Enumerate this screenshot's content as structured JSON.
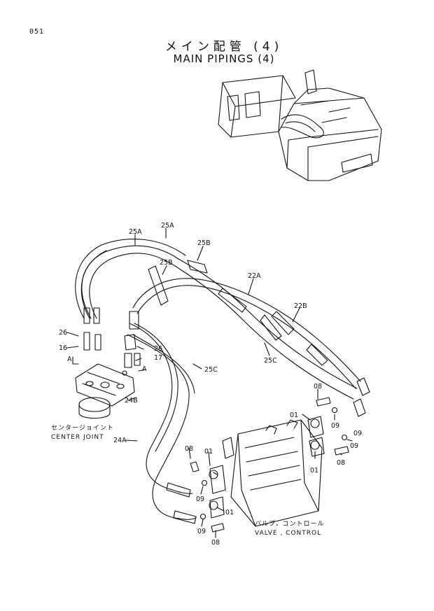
{
  "page_number": "051",
  "title_jp": "メイン配管 (4)",
  "title_en": "MAIN PIPINGS (4)",
  "captions": {
    "center_joint_jp": "センタージョイント",
    "center_joint_en": "CENTER JOINT",
    "valve_control_jp": "バルブ，コントロール",
    "valve_control_en": "VALVE , CONTROL"
  },
  "part_labels": {
    "l25a_1": "25A",
    "l25a_2": "25A",
    "l25b_1": "25B",
    "l25b_2": "25B",
    "l22a": "22A",
    "l22b": "22B",
    "l25c_1": "25C",
    "l25c_2": "25C",
    "l26_1": "26",
    "l26_2": "26",
    "l16": "16",
    "l17": "17",
    "la_1": "A",
    "la_2": "A",
    "l24b": "24B",
    "l24a": "24A",
    "l08_1": "08",
    "l01_1": "01",
    "l09_1": "09",
    "l09_2": "09",
    "l01_2": "01",
    "l09_3": "09",
    "l08_2": "08",
    "l08_3": "08",
    "l01_3": "01",
    "l09_4": "09",
    "l01_4": "01",
    "l09_5": "09",
    "l08_4": "08"
  }
}
